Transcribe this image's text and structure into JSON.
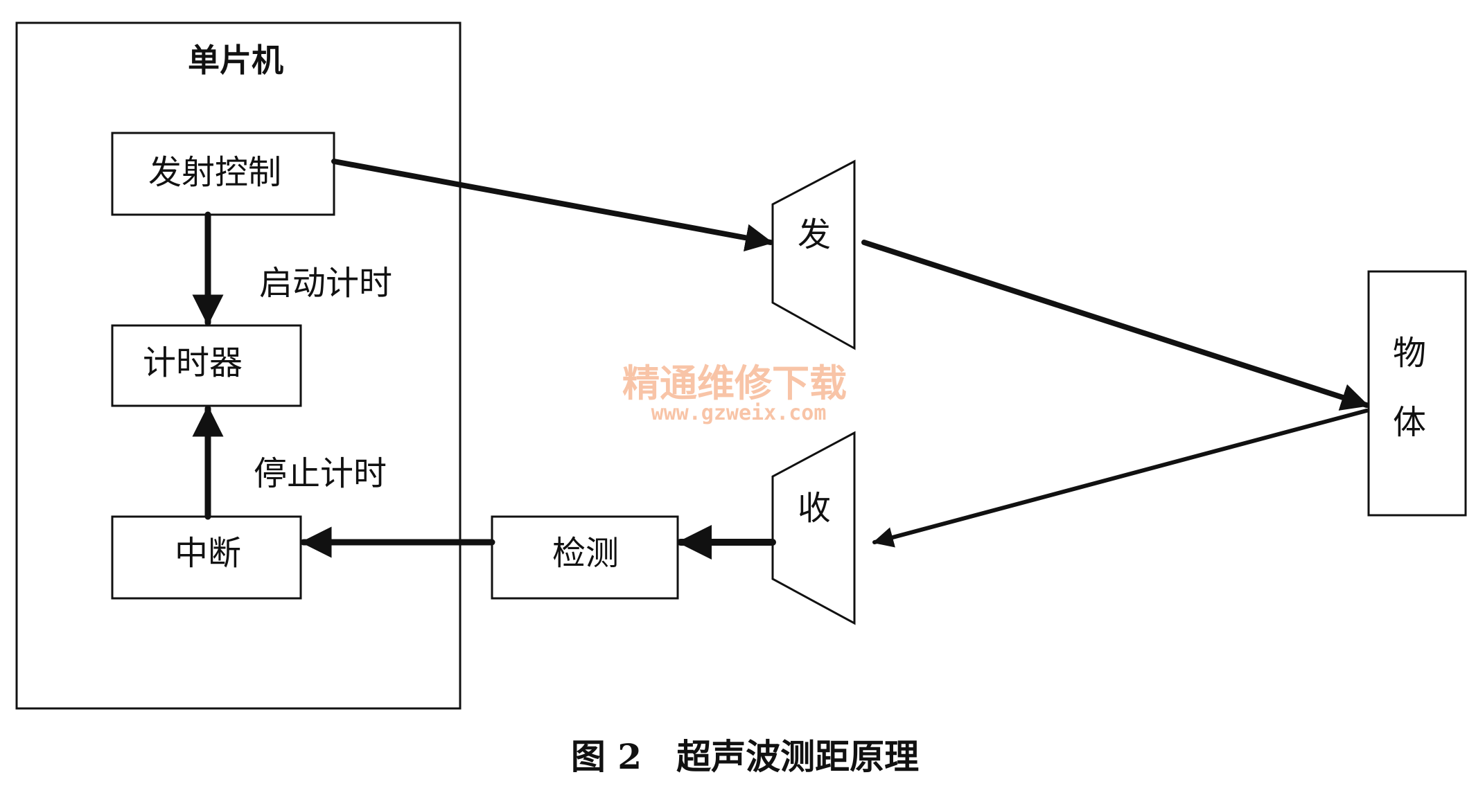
{
  "diagram": {
    "mcu_title": "单片机",
    "blocks": {
      "emit_control": "发射控制",
      "timer": "计时器",
      "interrupt": "中断",
      "detect": "检测",
      "object": "物体"
    },
    "object_chars": [
      "物",
      "体"
    ],
    "transducers": {
      "transmitter": "发",
      "receiver": "收"
    },
    "edge_labels": {
      "start_timing": "启动计时",
      "stop_timing": "停止计时"
    },
    "caption": "图 2　超声波测距原理",
    "watermark": {
      "name": "精通维修下载",
      "url": "www.gzweix.com"
    }
  },
  "colors": {
    "line": "#111111",
    "watermark": "#f6b18a"
  }
}
